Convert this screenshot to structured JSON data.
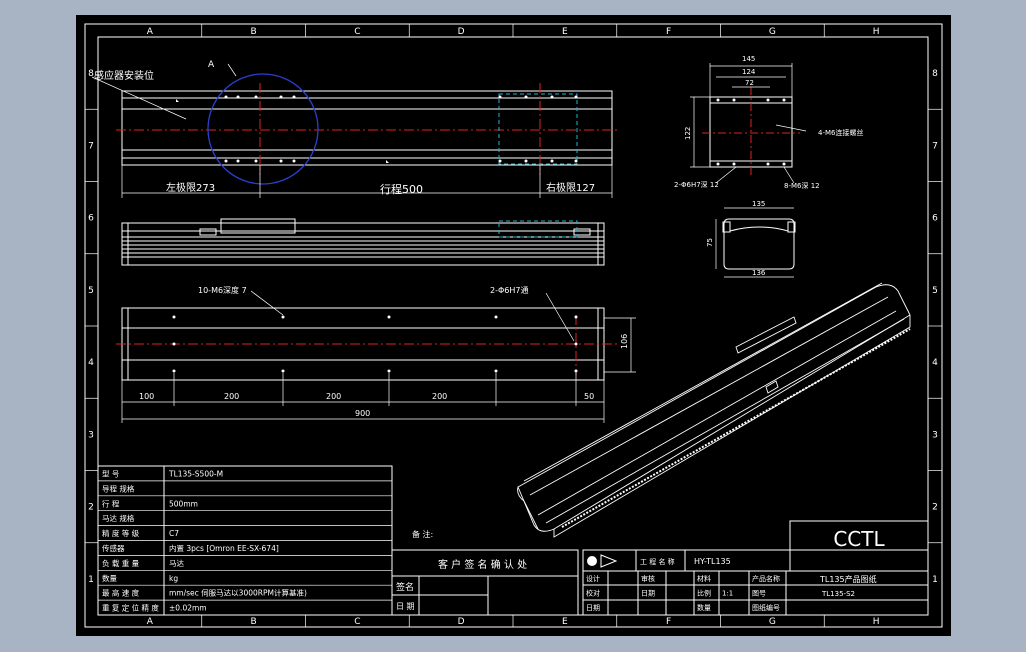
{
  "sheet": {
    "cols": [
      "A",
      "B",
      "C",
      "D",
      "E",
      "F",
      "G",
      "H"
    ],
    "rows": [
      "8",
      "7",
      "6",
      "5",
      "4",
      "3",
      "2",
      "1"
    ]
  },
  "front_view": {
    "sensor_note": "感应器安装位",
    "detail_label": "A",
    "left_limit": "左极限273",
    "stroke": "行程500",
    "right_limit": "右极限127"
  },
  "top_view": {
    "hole_note": "10-M6深度 7",
    "pin_note": "2-Φ6H7通",
    "dims": [
      "100",
      "200",
      "200",
      "200",
      "50"
    ],
    "overall": "900",
    "height": "106"
  },
  "end_view": {
    "w1": "145",
    "w2": "124",
    "w3": "72",
    "h": "122",
    "note1": "4-M6连接螺丝",
    "note2": "2-Φ6H7深 12",
    "note3": "8-M6深 12"
  },
  "section_view": {
    "top": "135",
    "h": "75",
    "bottom": "136"
  },
  "spec_table": {
    "rows": [
      [
        "型    号",
        "TL135-S500-M"
      ],
      [
        "导程 规格",
        ""
      ],
      [
        "行    程",
        "500mm"
      ],
      [
        "马达 规格",
        ""
      ],
      [
        "精 度 等 级",
        "C7"
      ],
      [
        "传感器",
        "内置 3pcs [Omron EE-SX-674]"
      ],
      [
        "负 载 重 量",
        "马达 "
      ],
      [
        "数量",
        "kg"
      ],
      [
        "最 高 速 度",
        "mm/sec 伺服马达以3000RPM计算基准)"
      ],
      [
        "重 复 定 位 精 度",
        "±0.02mm"
      ]
    ]
  },
  "notes_label": "备 注:",
  "confirm": {
    "title": "客 户 签 名 确 认 处",
    "sign": "签名",
    "date": "日 期"
  },
  "title_block": {
    "project_label": "工 程 名 称",
    "project": "HY-TL135",
    "r1": [
      "设计",
      "",
      "审核",
      "",
      "材料",
      "",
      "产品名称"
    ],
    "r2": [
      "校对",
      "",
      "日期",
      "",
      "比例",
      "1:1",
      "图号"
    ],
    "r3": [
      "日期",
      "",
      "",
      "",
      "数量",
      "",
      "图纸编号"
    ],
    "product": "TL135产品图纸",
    "drawing_no": "TL135-S2"
  },
  "company": "CCTL"
}
